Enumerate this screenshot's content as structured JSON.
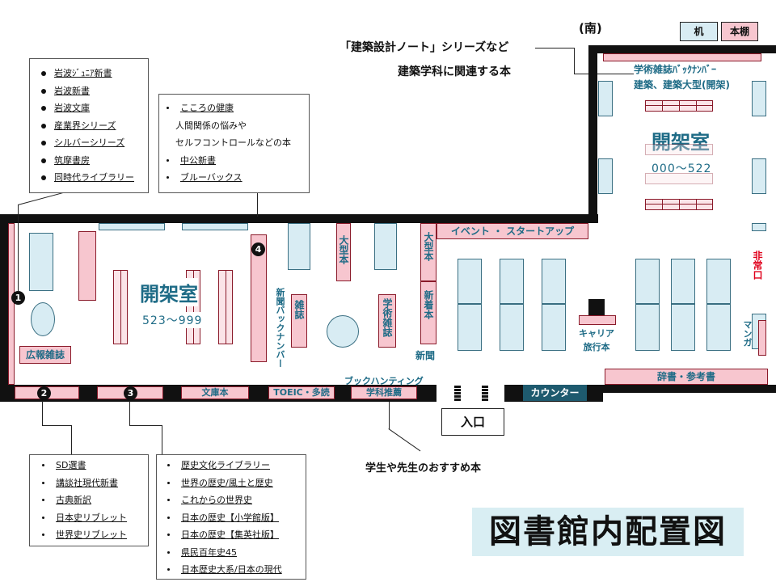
{
  "legend": {
    "desk": "机",
    "shelf": "本棚"
  },
  "direction": "(南)",
  "callout_top": {
    "line1": "「建築設計ノート」シリーズなど",
    "line2": "建築学科に関連する本"
  },
  "upper_room": {
    "label1": "学術雑誌ﾊﾞｯｸﾅﾝﾊﾞｰ",
    "label2": "建築、建築大型(開架)",
    "title": "開架室",
    "range": "000～522"
  },
  "main_room": {
    "title": "開架室",
    "range": "523～999"
  },
  "labels": {
    "pr_magazines": "広報雑誌",
    "newspaper_backnumber": "新聞バックナンバー",
    "magazines": "雑誌",
    "large_books_1": "大型本",
    "academic_magazines": "学術雑誌",
    "large_books_2": "大型本",
    "new_books": "新着本",
    "newspaper": "新聞",
    "event_startup": "イベント ・ スタートアップ",
    "emergency_exit": "非常口",
    "manga": "マンガ",
    "career_travel": "キャリア旅行本",
    "dictionaries": "辞書・参考書",
    "counter": "カウンター",
    "bunko": "文庫本",
    "toeic": "TOEIC・多読",
    "recommend": "学科推薦",
    "book_hunting": "ブックハンティング",
    "entrance": "入口",
    "recommend_note": "学生や先生のおすすめ本",
    "page_title": "図書館内配置図"
  },
  "markers": {
    "m1": "1",
    "m2": "2",
    "m3": "3",
    "m4": "4"
  },
  "list1": [
    "岩波ｼﾞｭﾆｱ新書",
    "岩波新書",
    "岩波文庫",
    "産業界シリーズ",
    "シルバーシリーズ",
    "筑摩書房",
    "同時代ライブラリー"
  ],
  "list4": {
    "items": [
      "こころの健康",
      "中公新書",
      "ブルーバックス"
    ],
    "sub1": "人間関係の悩みや",
    "sub2": "セルフコントロールなどの本"
  },
  "list2": [
    "SD選書",
    "講談社現代新書",
    "古典新訳",
    "日本史リブレット",
    "世界史リブレット"
  ],
  "list3": [
    "歴史文化ライブラリー",
    "世界の歴史/風土と歴史",
    "これからの世界史",
    "日本の歴史【小学館版】",
    "日本の歴史【集英社版】",
    "県民百年史45",
    "日本歴史大系/日本の現代"
  ],
  "colors": {
    "shelf": "#f7c6cf",
    "desk": "#d8ecf3",
    "wall": "#111111",
    "teal": "#1e6b86",
    "red": "#e0001b",
    "title_bg": "#d9eef3"
  }
}
